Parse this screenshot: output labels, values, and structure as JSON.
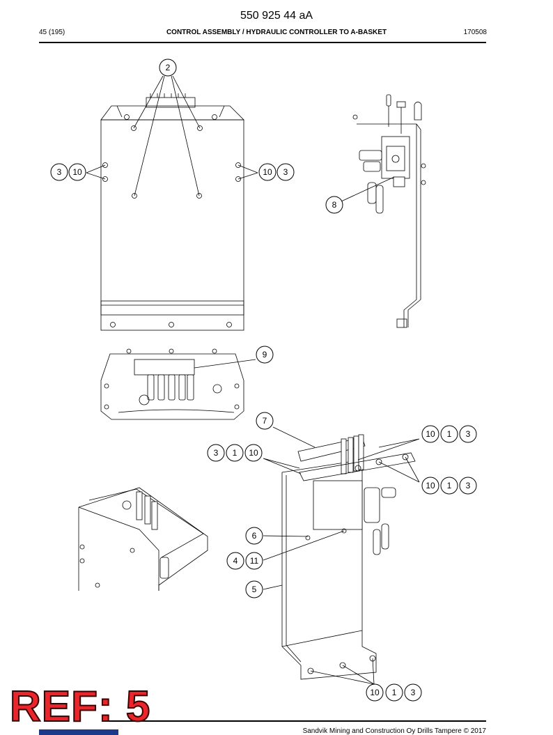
{
  "header": {
    "document_number": "550 925 44 aA",
    "page": "45 (195)",
    "title": "CONTROL ASSEMBLY / HYDRAULIC CONTROLLER TO A-BASKET",
    "date_code": "170508"
  },
  "footer": {
    "copyright": "Sandvik Mining and Construction Oy Drills Tampere © 2017"
  },
  "stamp": {
    "ref_label": "REF: 5"
  },
  "colors": {
    "stamp": "#e8262b",
    "brand": "#1d3a8a"
  },
  "callouts": {
    "c2": "2",
    "c3a": "3",
    "c10a": "10",
    "c10b": "10",
    "c3b": "3",
    "c8": "8",
    "c9": "9",
    "c7": "7",
    "c10c": "10",
    "c1c": "1",
    "c3c": "3",
    "c3d": "3",
    "c1d": "1",
    "c10d": "10",
    "c10e": "10",
    "c1e": "1",
    "c3e": "3",
    "c6": "6",
    "c4": "4",
    "c11": "11",
    "c5": "5",
    "c10f": "10",
    "c1f": "1",
    "c3f": "3"
  }
}
